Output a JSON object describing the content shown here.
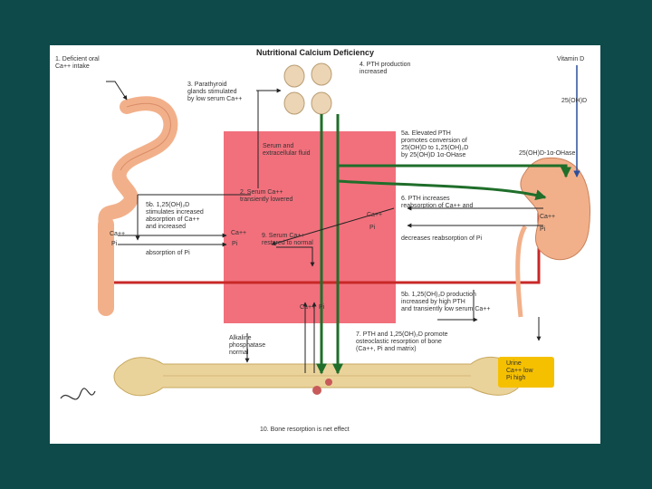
{
  "title": "Nutritional Calcium Deficiency",
  "labels": {
    "s1": "1. Deficient oral\nCa++ intake",
    "s3": "3. Parathyroid\nglands stimulated\nby low serum Ca++",
    "s4": "4. PTH production\nincreased",
    "vitd": "Vitamin D",
    "ohd25": "25(OH)D",
    "serum_fluid": "Serum and\nextracellular fluid",
    "s5a": "5a. Elevated PTH\npromotes conversion of\n25(OH)D to 1,25(OH)₂D\nby 25(OH)D 1α-OHase",
    "ohase": "25(OH)D-1α-OHase",
    "s2": "2. Serum Ca++\ntransiently lowered",
    "s5b_left": "5b. 1,25(OH)₂D\nstimulates increased\nabsorption of Ca++\nand increased",
    "s6": "6. PTH increases\nreabsorption of Ca++ and",
    "ca_k1": "Ca++",
    "pi_k1": "Pi",
    "ca_k2": "Ca++",
    "pi_k2": "Pi",
    "decreases": "decreases reabsorption of Pi",
    "ca_g": "Ca++",
    "pi_g": "Pi",
    "absorption_pi": "absorption of Pi",
    "ca_s9": "Ca++",
    "pi_s9": "Pi",
    "s9": "9. Serum Ca++\nrestored to normal",
    "s5b_right": "5b. 1,25(OH)₂D production\nincreased by high PTH\nand transiently low serum Ca++",
    "capi": "Ca++  Pi",
    "alk": "Alkaline\nphosphatase\nnormal",
    "s7": "7. PTH and 1,25(OH)₂D promote\nosteoclastic resorption of bone\n(Ca++, Pi and matrix)",
    "urine": "Urine\nCa++ low\nPi high",
    "s10": "10. Bone resorption is net effect"
  },
  "colors": {
    "background": "#0e4a4a",
    "serum_box": "#f1707c",
    "green_arrow": "#1f6e2a",
    "red_loop": "#c82828",
    "urine_box": "#f5c000",
    "bone": "#ead39a",
    "organ": "#f2b08a"
  }
}
